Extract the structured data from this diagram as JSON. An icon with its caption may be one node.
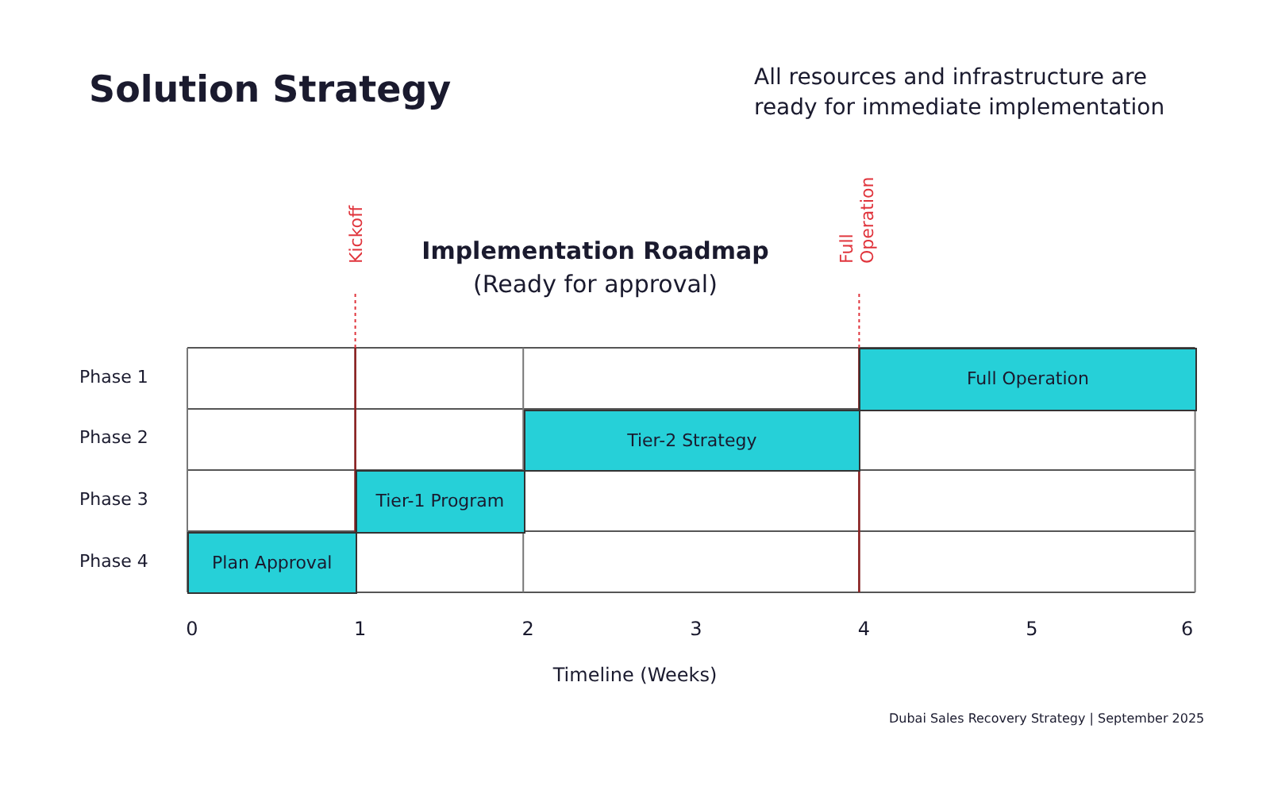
{
  "diagram": {
    "title": "Solution Strategy",
    "nodes": [
      {
        "text": [
          "Full Operation"
        ]
      },
      {
        "text": [
          "Tier-2 Strategy"
        ]
      },
      {
        "text": [
          "Tier-1 Program"
        ]
      },
      {
        "text": [
          "Plan Approval"
        ]
      }
    ],
    "labels": [
      "All resources and infrastructure are ready for immediate implementation",
      "Kickoff",
      "Full Operation",
      "Implementation Roadmap",
      "(Ready for approval)",
      "Phase 1",
      "Phase 2",
      "Phase 3",
      "Phase 4",
      "0",
      "1",
      "2",
      "3",
      "4",
      "5",
      "6",
      "Timeline (Weeks)",
      "Dubai Sales Recovery Strategy | September 2025"
    ]
  }
}
